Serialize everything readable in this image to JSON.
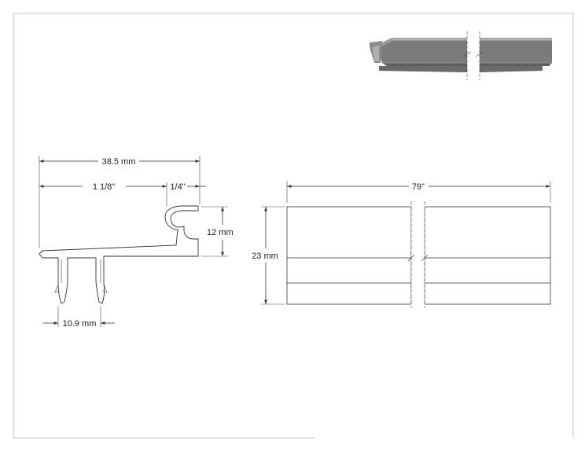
{
  "dimensions": {
    "overall_width": "38.5 mm",
    "base_width": "1 1/8\"",
    "hook_width": "1/4\"",
    "hook_height": "12 mm",
    "leg_spacing": "10.9 mm",
    "length": "79\"",
    "total_height": "23 mm"
  },
  "colors": {
    "line": "#333333",
    "render_dark": "#6e6e6e",
    "render_mid": "#8c8c8c",
    "render_light": "#b5b5b5",
    "frame": "#bdbdbd"
  }
}
